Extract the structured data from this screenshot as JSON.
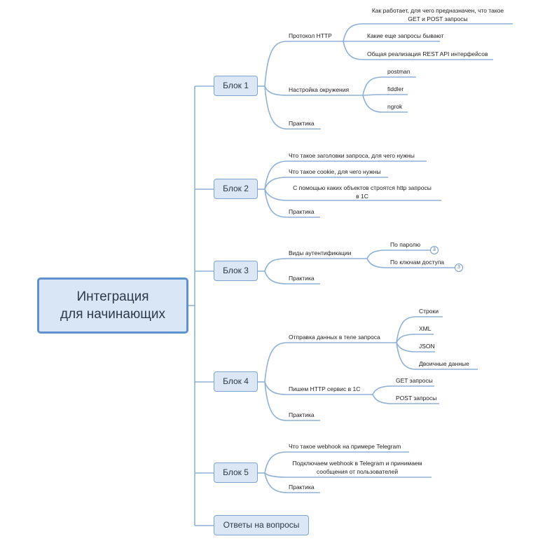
{
  "root": {
    "line1": "Интеграция",
    "line2": "для начинающих"
  },
  "blocks": [
    {
      "label": "Блок 1"
    },
    {
      "label": "Блок 2"
    },
    {
      "label": "Блок 3"
    },
    {
      "label": "Блок 4"
    },
    {
      "label": "Блок 5"
    },
    {
      "label": "Ответы на вопросы"
    }
  ],
  "block1": {
    "http": "Протокол HTTP",
    "http_children": [
      {
        "line1": "Как работает, для чего предназначен, что такое",
        "line2": "GET и POST запросы"
      },
      {
        "text": "Какие еще запросы бывают"
      },
      {
        "text": "Общая реализация REST API интерфейсов"
      }
    ],
    "env": "Настройка окружения",
    "env_children": [
      "postman",
      "fiddler",
      "ngrok"
    ],
    "practice": "Практика"
  },
  "block2": {
    "items": [
      {
        "text": "Что такое заголовки запроса, для чего нужны"
      },
      {
        "text": "Что такое cookie, для чего нужны"
      },
      {
        "line1": "С помощью каких объектов строятся http запросы",
        "line2": "в 1С"
      },
      {
        "text": "Практика"
      }
    ]
  },
  "block3": {
    "auth": "Виды аутентификации",
    "auth_children": [
      {
        "text": "По паролю",
        "badge": "3"
      },
      {
        "text": "По ключам доступа",
        "badge": "3"
      }
    ],
    "practice": "Практика"
  },
  "block4": {
    "send": "Отправка данных в теле запроса",
    "send_children": [
      "Строки",
      "XML",
      "JSON",
      "Двоичные данные"
    ],
    "service": "Пишем HTTP сервис в 1С",
    "service_children": [
      "GET запросы",
      "POST запросы"
    ],
    "practice": "Практика"
  },
  "block5": {
    "items": [
      {
        "text": "Что такое webhook на примере Telegram"
      },
      {
        "line1": "Подключаем webhook в Telegram и принимаем",
        "line2": "сообщения от пользователей"
      },
      {
        "text": "Практика"
      }
    ]
  },
  "colors": {
    "line": "#8fb1d8",
    "node_fill": "#dbe7f5",
    "node_border": "#7fa5d2",
    "root_border": "#5f90cf"
  }
}
